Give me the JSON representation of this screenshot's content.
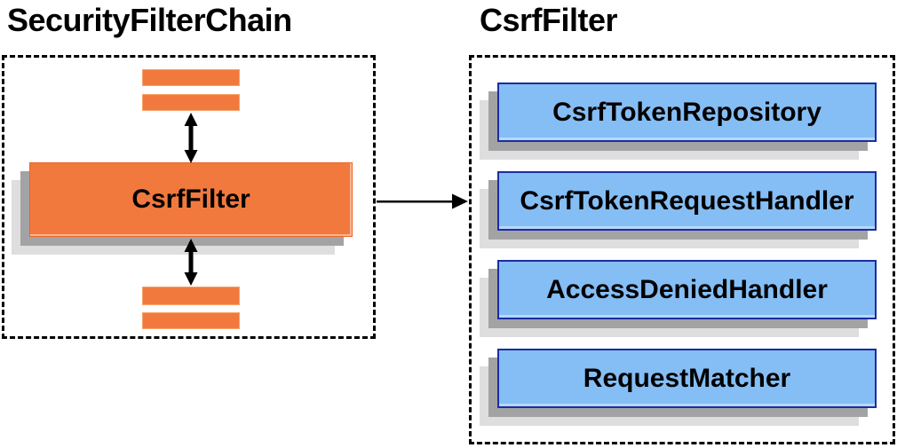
{
  "left_panel": {
    "title": "SecurityFilterChain",
    "filter_label": "CsrfFilter",
    "placeholder_bar_count": 4
  },
  "right_panel": {
    "title": "CsrfFilter",
    "components": [
      "CsrfTokenRepository",
      "CsrfTokenRequestHandler",
      "AccessDeniedHandler",
      "RequestMatcher"
    ]
  },
  "icons": {
    "top_bidirectional_arrow": "double-headed-vertical-arrow",
    "bottom_bidirectional_arrow": "double-headed-vertical-arrow",
    "flow_arrow": "right-arrow",
    "placeholder_bar": "orange-filter-bar"
  },
  "colors": {
    "orange_fill": "#f2793d",
    "orange_highlight": "#f9a26b",
    "orange_edge": "#ed6426",
    "blue_fill": "#85bef5",
    "blue_border": "#1c2ca3",
    "shadow_dark": "#a3a3a5",
    "shadow_light": "#dedede",
    "dashed_border": "#000000",
    "arrow": "#000000",
    "text": "#000000",
    "background": "#ffffff"
  }
}
